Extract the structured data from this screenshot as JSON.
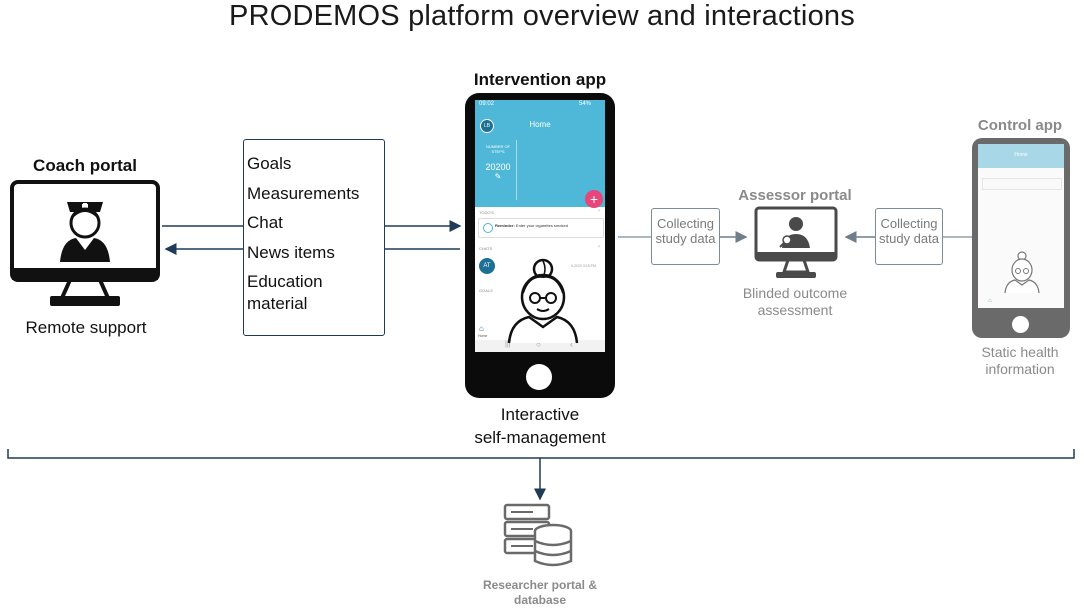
{
  "title": "PRODEMOS platform overview and interactions",
  "coach": {
    "title": "Coach portal",
    "caption": "Remote support"
  },
  "features": {
    "items": [
      "Goals",
      "Measurements",
      "Chat",
      "News items"
    ],
    "last_line1": "Education",
    "last_line2": "material"
  },
  "intervention": {
    "title": "Intervention app",
    "caption1": "Interactive",
    "caption2": "self-management",
    "screen": {
      "status_time": "09:02",
      "status_right": "54%",
      "header": "Home",
      "avatar": "LB",
      "steps_label1": "NUMBER OF",
      "steps_label2": "STEPS",
      "steps_value": "20200",
      "todos": "TODO'S",
      "reminder_bold": "Reminder:",
      "reminder_text": "Enter your cigarettes smoked",
      "chats": "CHATS",
      "chat_avatar": "AT",
      "chat_time": "6-2020 3:18 PM",
      "goals": "GOALS",
      "nav_label": "Home"
    }
  },
  "collect_left": {
    "line1": "Collecting",
    "line2": "study data"
  },
  "collect_right": {
    "line1": "Collecting",
    "line2": "study data"
  },
  "assessor": {
    "title": "Assessor portal",
    "caption1": "Blinded outcome",
    "caption2": "assessment"
  },
  "control": {
    "title": "Control app",
    "caption1": "Static health",
    "caption2": "information",
    "screen_header": "Home"
  },
  "researcher": {
    "line1": "Researcher portal &",
    "line2": "database"
  },
  "colors": {
    "navy": "#1f3b57",
    "gray": "#8a8a8a",
    "app_blue": "#4fb8d8",
    "pink": "#e8457a",
    "teal_dark": "#1e6f96"
  }
}
